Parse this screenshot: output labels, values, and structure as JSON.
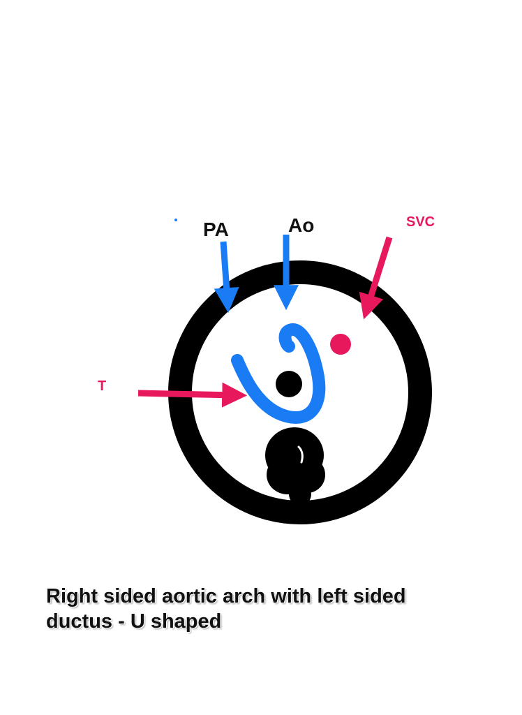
{
  "diagram": {
    "labels": {
      "pa": "PA",
      "ao": "Ao",
      "svc": "SVC",
      "t": "T"
    },
    "caption_line1": "Right sided aortic arch with left sided",
    "caption_line2": "ductus -  U shaped"
  },
  "colors": {
    "outline": "#000000",
    "vessel_blue": "#1a7cf5",
    "arrow_pink": "#e8185c",
    "text_dark": "#111111"
  }
}
